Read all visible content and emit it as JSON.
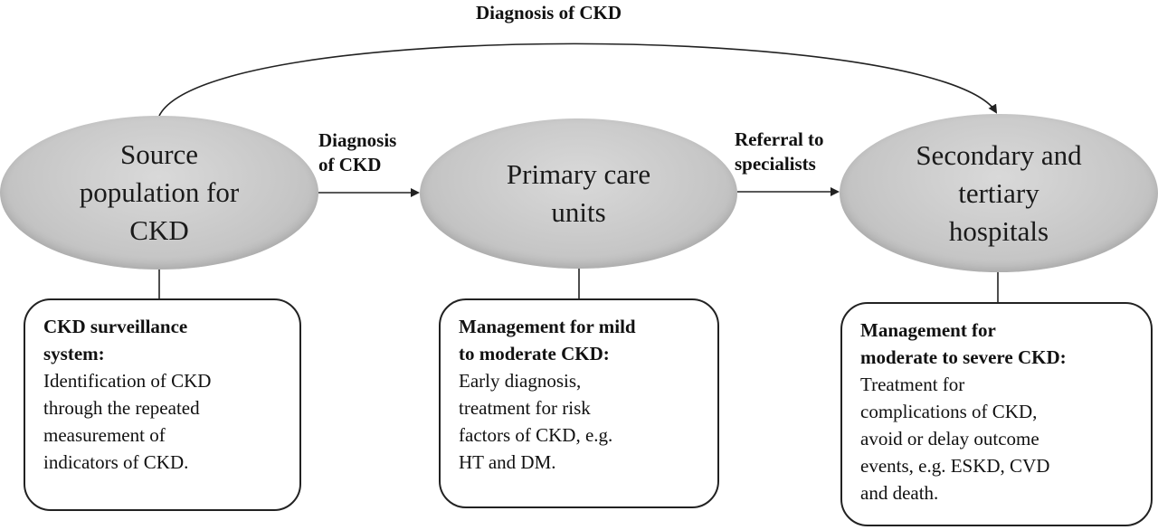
{
  "labels": {
    "top": "Diagnosis of CKD",
    "arrow1": [
      "Diagnosis",
      "of CKD"
    ],
    "arrow2": [
      "Referral to",
      "specialists"
    ]
  },
  "nodes": [
    {
      "text": [
        "Source",
        "population for",
        "CKD"
      ]
    },
    {
      "text": [
        "Primary care",
        "units"
      ]
    },
    {
      "text": [
        "Secondary and",
        "tertiary",
        "hospitals"
      ]
    }
  ],
  "boxes": [
    {
      "title": [
        "CKD surveillance",
        "system:"
      ],
      "body": [
        "Identification of CKD",
        "through the repeated",
        "measurement of",
        "indicators of CKD."
      ]
    },
    {
      "title": [
        "Management for mild",
        "to moderate CKD:"
      ],
      "body": [
        "Early diagnosis,",
        "treatment for risk",
        "factors of CKD, e.g.",
        "HT and DM."
      ]
    },
    {
      "title": [
        "Management for",
        "moderate to severe CKD:"
      ],
      "body": [
        "Treatment for",
        "complications of CKD,",
        "avoid or delay outcome",
        "events, e.g. ESKD, CVD",
        "and death."
      ]
    }
  ]
}
